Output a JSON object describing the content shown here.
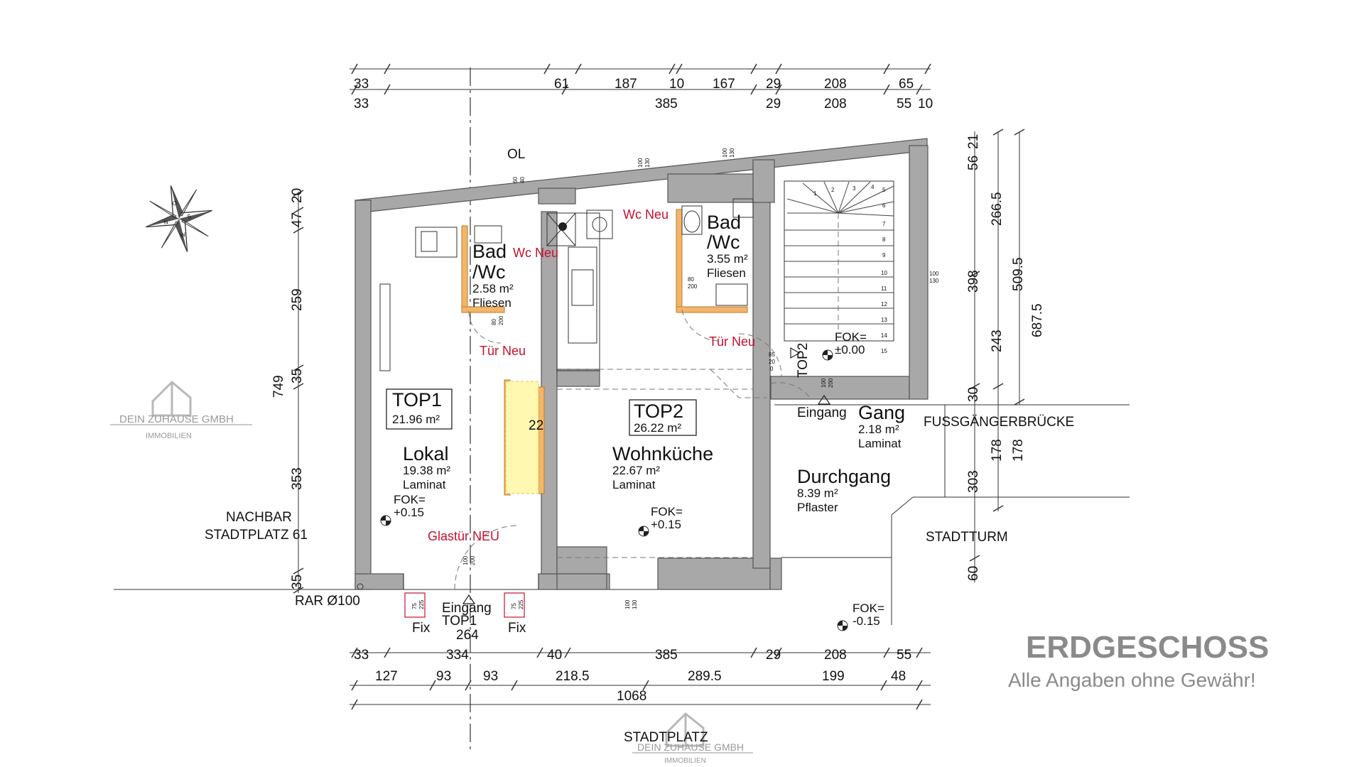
{
  "plan": {
    "title": "ERDGESCHOSS",
    "subtitle": "Alle Angaben ohne Gewähr!",
    "watermark": {
      "company": "DEIN ZUHAUSE GMBH",
      "tagline": "IMMOBILIEN"
    },
    "compass": {
      "letters": [
        "O",
        "S",
        "W",
        "N"
      ]
    },
    "labels": {
      "ol": "OL",
      "nachbar": "NACHBAR",
      "stadtplatz61": "STADTPLATZ 61",
      "rar": "RAR Ø100",
      "fussgaenger": "FUSSGÄNGERBRÜCKE",
      "stadtturm": "STADTTURM",
      "stadtplatz": "STADTPLATZ",
      "eingang_top1_a": "Eingang",
      "eingang_top1_b": "TOP1",
      "eingang_top2": "Eingang",
      "fix_left": "Fix",
      "fix_right": "Fix",
      "top2_vertical": "TOP2",
      "fok_bottom_a": "FOK=",
      "fok_bottom_b": "-0.15",
      "pier": "22"
    },
    "red_notes": {
      "wc_neu_left": "Wc Neu",
      "wc_neu_right": "Wc Neu",
      "tuer_neu_left": "Tür Neu",
      "tuer_neu_right": "Tür Neu",
      "glastuer": "Glastür NEU"
    },
    "rooms": {
      "bad1": {
        "name1": "Bad",
        "name2": "/Wc",
        "area": "2.58 m²",
        "floor": "Fliesen"
      },
      "bad2": {
        "name1": "Bad",
        "name2": "/Wc",
        "area": "3.55 m²",
        "floor": "Fliesen"
      },
      "top1": {
        "unit": "TOP1",
        "unit_area": "21.96 m²",
        "name": "Lokal",
        "area": "19.38 m²",
        "floor": "Laminat",
        "fok1": "FOK=",
        "fok2": "+0.15"
      },
      "top2": {
        "unit": "TOP2",
        "unit_area": "26.22 m²",
        "name": "Wohnküche",
        "area": "22.67 m²",
        "floor": "Laminat",
        "fok1": "FOK=",
        "fok2": "+0.15"
      },
      "gang": {
        "name": "Gang",
        "area": "2.18 m²",
        "floor": "Laminat"
      },
      "durchgang": {
        "name": "Durchgang",
        "area": "8.39 m²",
        "floor": "Pflaster"
      },
      "stair": {
        "fok1": "FOK=",
        "fok2": "±0.00",
        "steps": [
          "1",
          "2",
          "3",
          "4",
          "5",
          "6",
          "7",
          "8",
          "9",
          "10",
          "11",
          "12",
          "13",
          "14",
          "15"
        ]
      }
    },
    "openings": {
      "w_ol_a": "60",
      "w_ol_b": "40",
      "w_top_a": "100",
      "w_top_b": "130",
      "w_top2_a": "100",
      "w_top2_b": "130",
      "w_right_a": "100",
      "w_right_b": "130",
      "d_bad1_a": "80",
      "d_bad1_b": "200",
      "d_bad2_a": "80",
      "d_bad2_b": "200",
      "d_entry_a": "100",
      "d_entry_b": "200",
      "d_top2_a": "85",
      "d_top2_b": "20",
      "d_top2_c": "0",
      "d_eing_a": "100",
      "d_eing_b": "200",
      "w_front_a": "100",
      "w_front_b": "130",
      "fix_l_a": "75",
      "fix_l_b": "225",
      "fix_r_a": "75",
      "fix_r_b": "225"
    },
    "dims_top_row1": [
      "33",
      "61",
      "187",
      "10",
      "167",
      "29",
      "208",
      "65"
    ],
    "dims_top_row2": [
      "33",
      "385",
      "29",
      "208",
      "55",
      "10"
    ],
    "dims_left": [
      "47",
      "20",
      "259",
      "35",
      "749",
      "353",
      "35"
    ],
    "dims_right": [
      "56",
      "21",
      "266.5",
      "398",
      "243",
      "509.5",
      "687.5",
      "30",
      "178",
      "178",
      "303",
      "60"
    ],
    "dims_bottom_row1": [
      "264",
      "33",
      "334",
      "40",
      "385",
      "29",
      "208",
      "55"
    ],
    "dims_bottom_row2": [
      "127",
      "93",
      "93",
      "218.5",
      "289.5",
      "199",
      "48"
    ],
    "dims_bottom_total": "1068"
  }
}
